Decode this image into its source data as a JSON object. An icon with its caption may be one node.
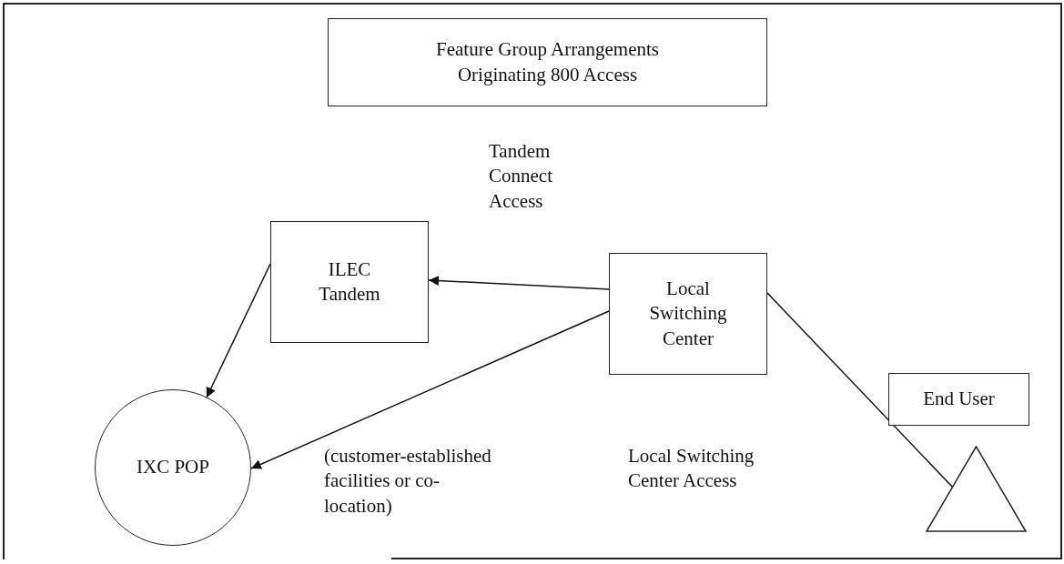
{
  "diagram": {
    "title": "Feature Group Arrangements Originating 800 Access",
    "nodes": [
      {
        "text": [
          "ILEC Tandem"
        ]
      },
      {
        "text": [
          "Local Switching Center"
        ]
      },
      {
        "text": [
          "IXC POP"
        ]
      },
      {
        "text": [
          "End User"
        ]
      },
      {
        "text": [],
        "shape": "triangle"
      }
    ],
    "edges": [
      {
        "from": 1,
        "to": 0,
        "arrow": "to"
      },
      {
        "from": 0,
        "to": 2,
        "arrow": "to"
      },
      {
        "from": 1,
        "to": 2,
        "arrow": "to"
      },
      {
        "from": 1,
        "to": 4,
        "arrow": "none"
      }
    ],
    "labels": [
      "Tandem Connect Access",
      "(customer-established facilities or co-location)",
      "Local Switching Center Access"
    ]
  }
}
